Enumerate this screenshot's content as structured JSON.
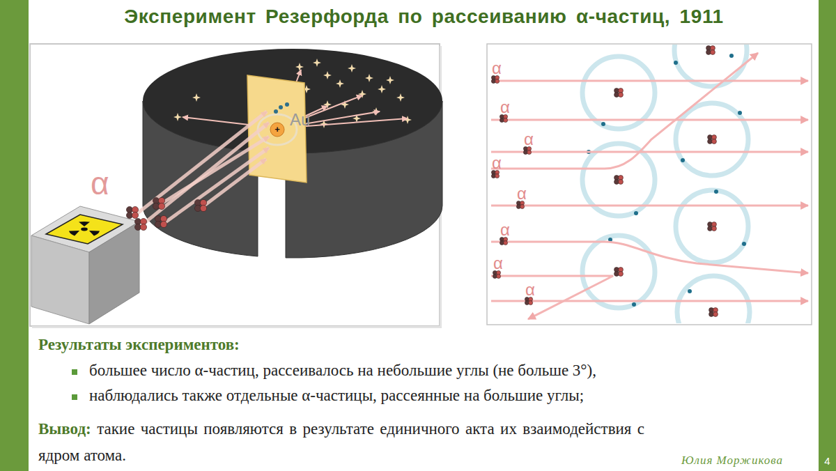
{
  "diagram": {
    "title": "Эксперимент Резерфорда по рассеиванию α-частиц, 1911",
    "labels": [
      "α",
      "Au",
      "+",
      "α",
      "α",
      "α",
      "α",
      "α",
      "α",
      "α",
      "α",
      "Результаты экспериментов:",
      "большее число α-частиц, рассеивалось на небольшие углы (не больше 3°),",
      "наблюдались также отдельные α-частицы, рассеянные на большие углы;",
      "Вывод:",
      "такие частицы появляются в результате единичного акта их взаимодействия с ядром атома.",
      "Юлия Моржикова",
      "4"
    ]
  }
}
